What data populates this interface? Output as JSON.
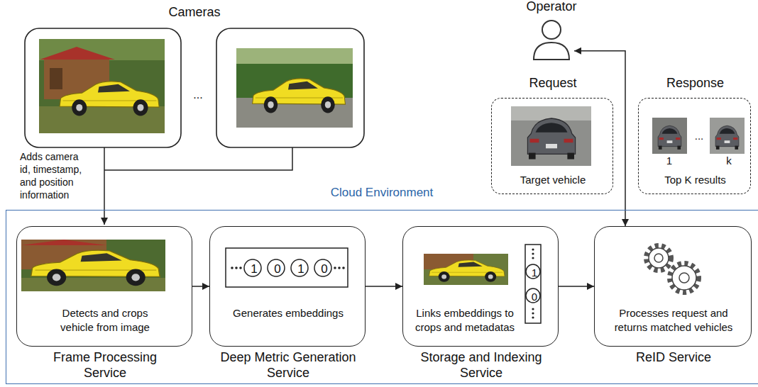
{
  "diagram": {
    "nodes": [
      {
        "text": [
          "Operator"
        ]
      },
      {
        "text": [
          "Request",
          "Target vehicle"
        ]
      },
      {
        "text": [
          "Response",
          "1",
          "...",
          "k",
          "Top K results"
        ]
      },
      {
        "text": [
          "Cloud Environment"
        ]
      },
      {
        "text": [
          "Detects and crops vehicle from image",
          "Frame Processing Service"
        ],
        "in": 3
      },
      {
        "text": [
          "Generates embeddings",
          "Deep Metric Generation Service",
          "1",
          "0",
          "1",
          "0"
        ],
        "in": 3
      },
      {
        "text": [
          "Links embeddings to crops and metadatas",
          "Storage and Indexing Service",
          "1",
          "0"
        ],
        "in": 3
      },
      {
        "text": [
          "Processes request and returns matched vehicles",
          "ReID Service"
        ],
        "in": 3
      }
    ],
    "edges": [
      {
        "from": 4,
        "to": 5,
        "arrow": "to"
      },
      {
        "from": 5,
        "to": 6,
        "arrow": "to"
      },
      {
        "from": 6,
        "to": 7,
        "arrow": "to"
      },
      {
        "from": 7,
        "to": 0,
        "arrow": "both"
      }
    ],
    "labels": [
      "Cameras",
      "...",
      "Adds camera id, timestamp, and position information"
    ]
  }
}
